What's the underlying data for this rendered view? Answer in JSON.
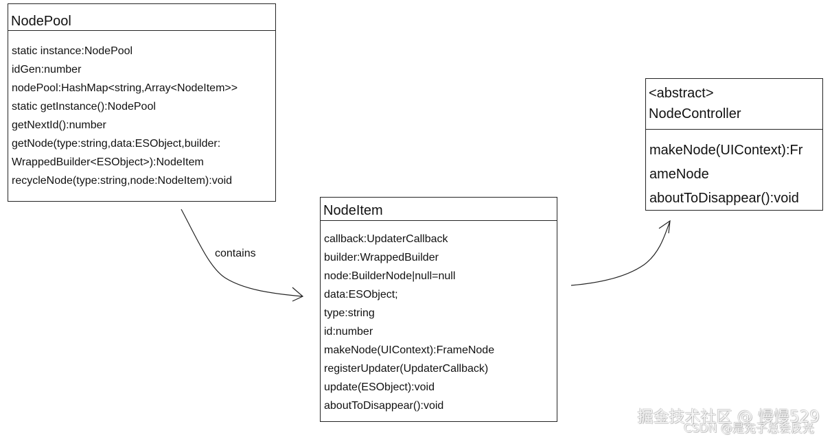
{
  "classes": {
    "nodepool": {
      "name": "NodePool",
      "members": [
        "static instance:NodePool",
        "idGen:number",
        "nodePool:HashMap<string,Array<NodeItem>>",
        "static getInstance():NodePool",
        "getNextId():number",
        "getNode(type:string,data:ESObject,builder:",
        "WrappedBuilder<ESObject>):NodeItem",
        "recycleNode(type:string,node:NodeItem):void"
      ]
    },
    "nodeitem": {
      "name": "NodeItem",
      "members": [
        "callback:UpdaterCallback",
        "builder:WrappedBuilder",
        "node:BuilderNode|null=null",
        "data:ESObject;",
        "type:string",
        "id:number",
        "makeNode(UIContext):FrameNode",
        "registerUpdater(UpdaterCallback)",
        "update(ESObject):void",
        "aboutToDisappear():void"
      ]
    },
    "nodecontroller": {
      "stereotype": "<abstract>",
      "name": "NodeController",
      "members": [
        "makeNode(UIContext):Fr",
        "ameNode",
        "aboutToDisappear():void"
      ]
    }
  },
  "relations": {
    "pool_to_item_label": "contains"
  },
  "watermark": {
    "main": "掘金技术社区 @ 慢慢529",
    "sub": "CSDN @是充子总会反光"
  }
}
